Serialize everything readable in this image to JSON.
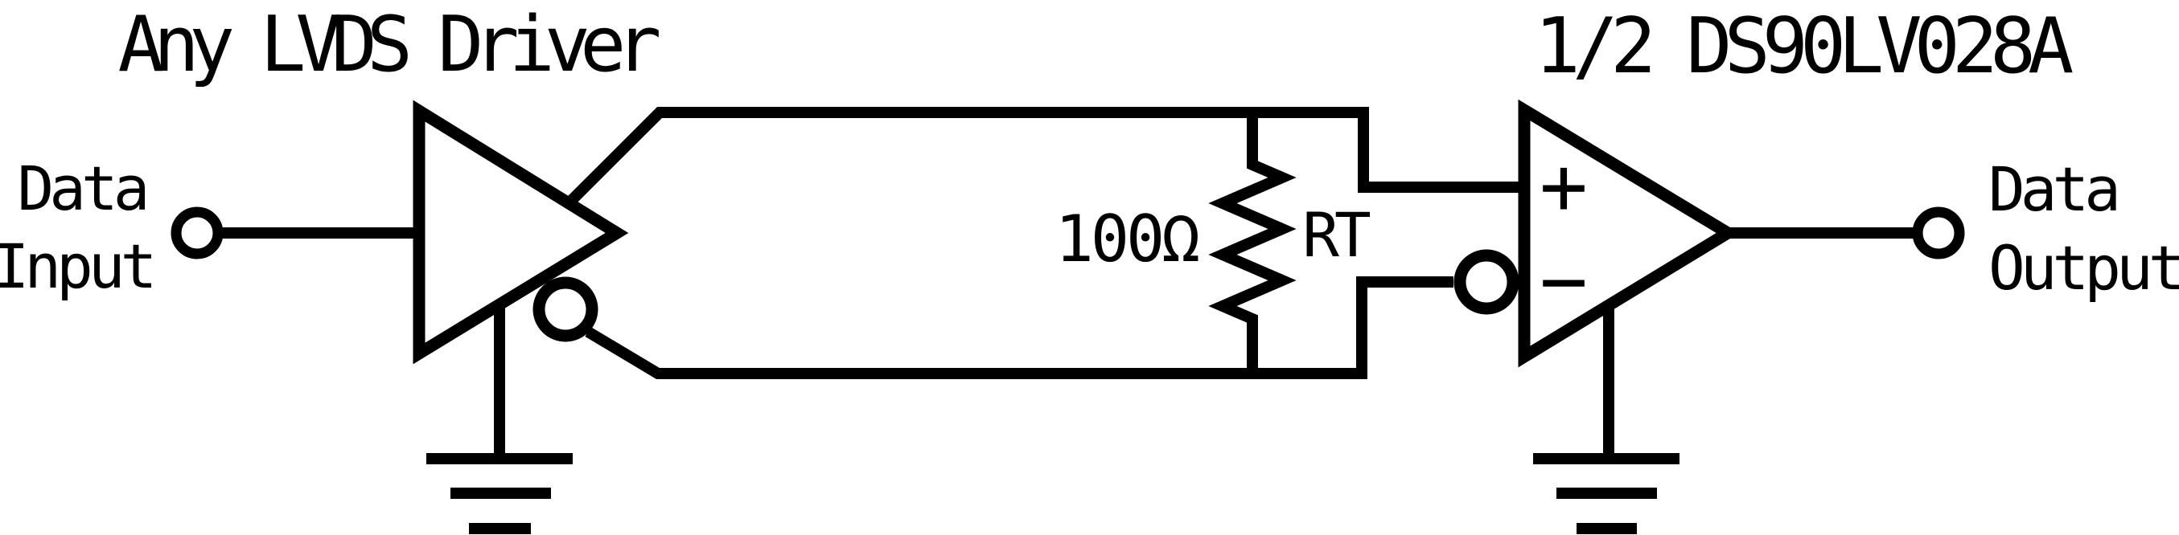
{
  "schematic": {
    "kind": "LVDS point-to-point link circuit diagram",
    "driver": {
      "title": "Any LVDS Driver",
      "input_label": [
        "Data",
        "Input"
      ]
    },
    "receiver": {
      "title": "1/2 DS90LV028A",
      "plus_label": "+",
      "minus_label": "−",
      "output_label": [
        "Data",
        "Output"
      ]
    },
    "termination": {
      "value": "100Ω",
      "name": "RT"
    },
    "colors": {
      "ink": "#000000",
      "background": "#ffffff"
    }
  }
}
